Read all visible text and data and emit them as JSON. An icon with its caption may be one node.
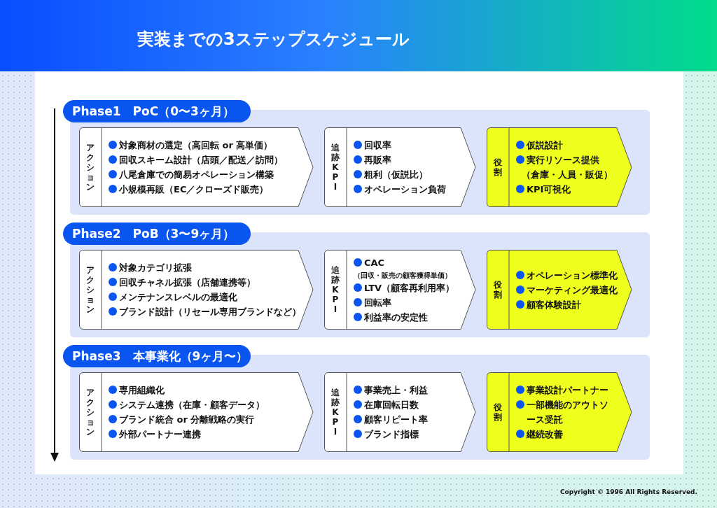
{
  "diagram": {
    "title": "実装までの3ステップスケジュール",
    "nodes": [
      {
        "text": [
          "Phase1　PoC（0〜3ヶ月）"
        ]
      },
      {
        "text": [
          "アクション",
          "対象商材の選定（高回転 or 高単価）",
          "回収スキーム設計（店頭／配送／訪問）",
          "八尾倉庫での簡易オペレーション構築",
          "小規模再販（EC／クローズド販売）"
        ],
        "in": 0
      },
      {
        "text": [
          "追跡KPI",
          "回収率",
          "再販率",
          "粗利（仮説比）",
          "オペレーション負荷"
        ],
        "in": 0
      },
      {
        "text": [
          "役割",
          "仮説設計",
          "実行リソース提供",
          "（倉庫・人員・販促）",
          "KPI可視化"
        ],
        "in": 0
      },
      {
        "text": [
          "Phase2　PoB（3〜9ヶ月）"
        ]
      },
      {
        "text": [
          "アクション",
          "対象カテゴリ拡張",
          "回収チャネル拡張（店舗連携等）",
          "メンテナンスレベルの最適化",
          "ブランド設計（リセール専用ブランドなど）"
        ],
        "in": 4
      },
      {
        "text": [
          "追跡KPI",
          "CAC",
          "（回収・販売の顧客獲得単価）",
          "LTV（顧客再利用率）",
          "回転率",
          "利益率の安定性"
        ],
        "in": 4
      },
      {
        "text": [
          "役割",
          "オペレーション標準化",
          "マーケティング最適化",
          "顧客体験設計"
        ],
        "in": 4
      },
      {
        "text": [
          "Phase3　本事業化（9ヶ月〜）"
        ]
      },
      {
        "text": [
          "アクション",
          "専用組織化",
          "システム連携（在庫・顧客データ）",
          "ブランド統合 or 分離戦略の実行",
          "外部パートナー連携"
        ],
        "in": 8
      },
      {
        "text": [
          "追跡KPI",
          "事業売上・利益",
          "在庫回転日数",
          "顧客リピート率",
          "ブランド指標"
        ],
        "in": 8
      },
      {
        "text": [
          "役割",
          "事業設計パートナー",
          "一部機能のアウトソース受託",
          "継続改善"
        ],
        "in": 8
      }
    ],
    "edges": [],
    "labels": [
      "Copyright © 1996 All Rights Reserved."
    ]
  }
}
